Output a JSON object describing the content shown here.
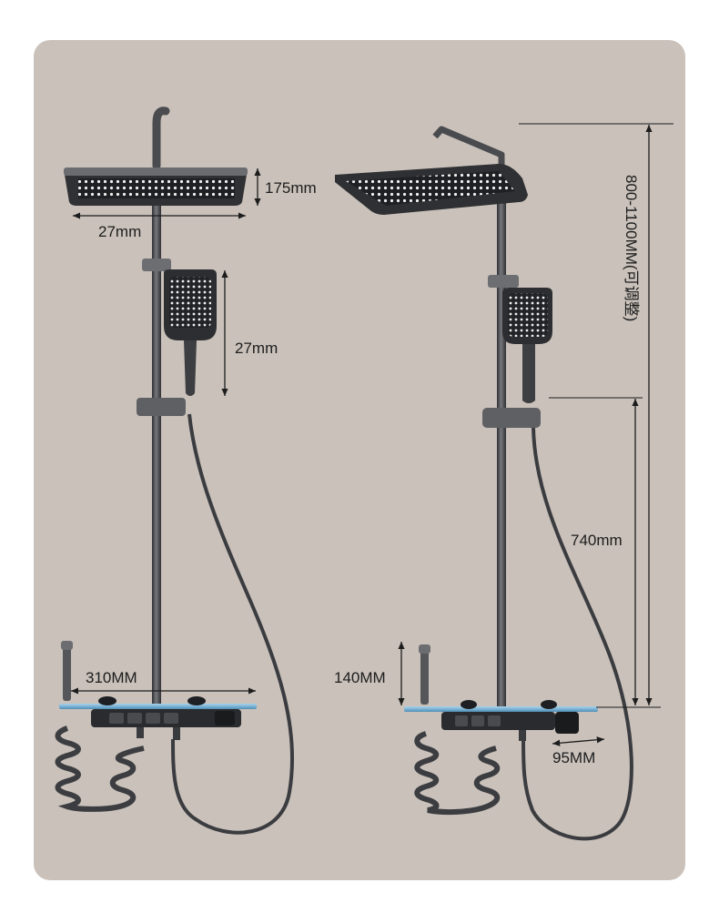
{
  "colors": {
    "panel_background": "#c9c1ba",
    "metal_gunmetal": "#4a4b4e",
    "showerhead_dark": "#2b2c2f",
    "shelf_glass_blue": "#7fb6d8",
    "dimension_ink": "#1d1d1d"
  },
  "front_view": {
    "showerhead_thickness_label": "175mm",
    "showerhead_width_label": "27mm",
    "handheld_length_label": "27mm",
    "shelf_width_label": "310MM"
  },
  "side_view": {
    "height_range_label": "800-1100MM(可调整)",
    "bracket_height_label": "740mm",
    "spout_height_label": "140MM",
    "depth_label": "95MM"
  },
  "icons": [
    "rain-showerhead-icon",
    "handheld-shower-icon",
    "thermostatic-mixer-icon",
    "bidet-sprayer-icon"
  ]
}
